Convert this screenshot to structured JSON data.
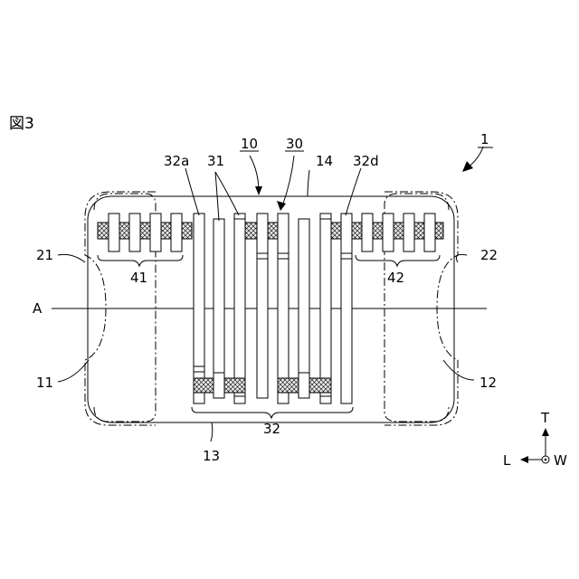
{
  "figure_label": "図3",
  "labels": {
    "component": "1",
    "body": "10",
    "internal_structure": "30",
    "upper_main_surface": "14",
    "lower_main_surface": "13",
    "first_internal_electrode": "31",
    "second_internal_electrode_group": "32",
    "electrode_32a": "32a",
    "electrode_32d": "32d",
    "first_external_electrode": "21",
    "second_external_electrode": "22",
    "first_end_face": "11",
    "second_end_face": "12",
    "first_region": "41",
    "second_region": "42",
    "section_line": "A"
  },
  "axes": {
    "up": "T",
    "left": "L",
    "depth": "W"
  }
}
